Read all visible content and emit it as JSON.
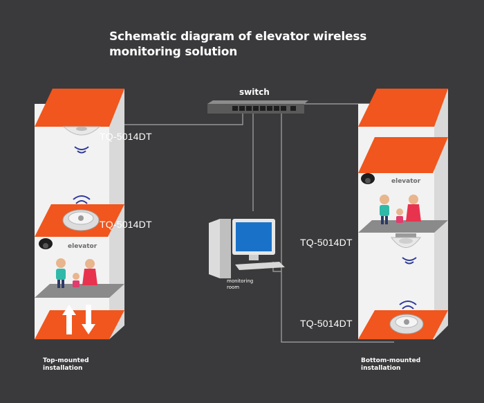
{
  "title": "Schematic diagram of elevator wireless monitoring solution",
  "switch_label": "switch",
  "monitoring_room_label": "monitoring room",
  "left": {
    "caption": "Top-mounted installation",
    "elevator_label": "elevator",
    "device_top": "TQ-5014DT",
    "device_car": "TQ-5014DT"
  },
  "right": {
    "caption": "Bottom-mounted installation",
    "elevator_label": "elevator",
    "device_car": "TQ-5014DT",
    "device_bottom": "TQ-5014DT"
  },
  "colors": {
    "background": "#3a3a3c",
    "accent_orange": "#f0561d",
    "shaft_white": "#f4f4f4",
    "cable": "#9a9a9a",
    "monitor_blue": "#1a72c8"
  }
}
